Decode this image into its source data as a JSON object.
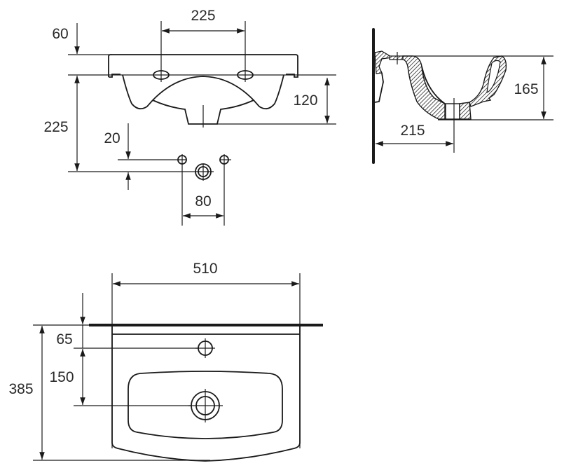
{
  "drawing": {
    "front_view": {
      "tap_spacing": "225",
      "rim_height": "60",
      "mount_height": "225",
      "bowl_depth": "120",
      "pipe_offset": "20",
      "pipe_spacing": "80"
    },
    "side_view": {
      "height": "165",
      "drain_projection": "215"
    },
    "top_view": {
      "width": "510",
      "tap_hole_offset": "65",
      "drain_offset": "150",
      "depth": "385"
    },
    "colors": {
      "line": "#1a1a1a",
      "text": "#2a2a2a",
      "background": "#ffffff"
    }
  }
}
